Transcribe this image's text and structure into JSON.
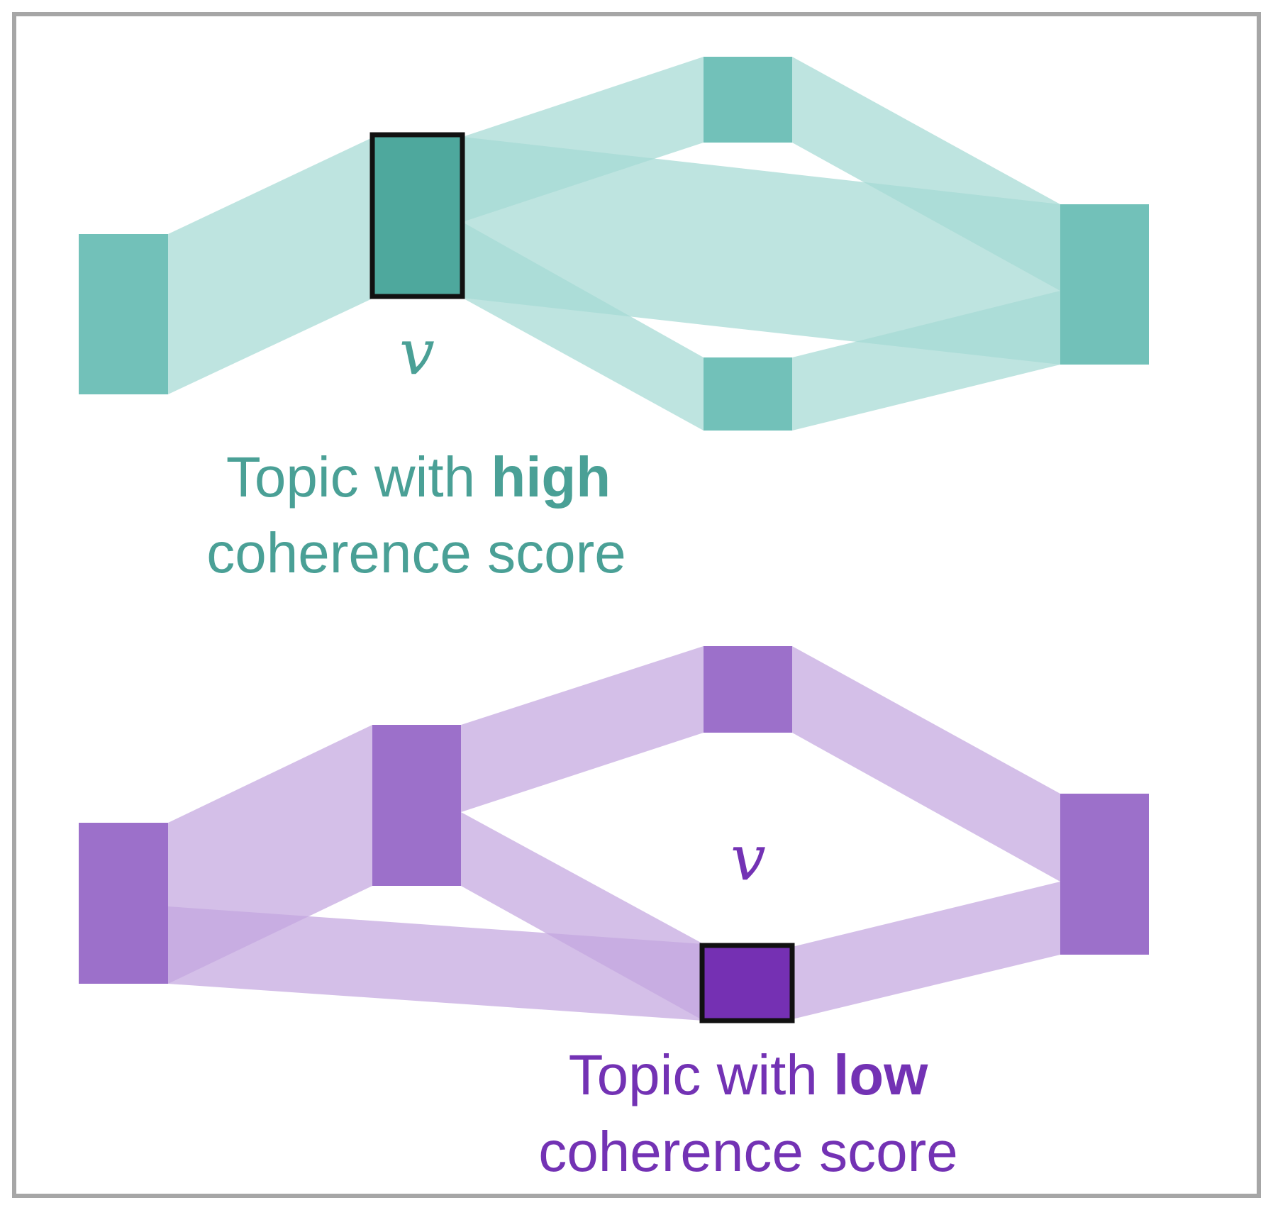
{
  "colors": {
    "teal_node": "#72c1b9",
    "teal_selected": "#4ea89d",
    "teal_link": "#a5dad4",
    "teal_text": "#4aa096",
    "purple_node": "#9c70ca",
    "purple_selected": "#7530b3",
    "purple_link": "#c4a6df",
    "purple_text": "#7332b4",
    "outline": "#111111"
  },
  "diagrams": [
    {
      "id": "high",
      "variable": "v",
      "caption_prefix": "Topic with ",
      "caption_emph": "high",
      "caption_line2": "coherence score"
    },
    {
      "id": "low",
      "variable": "v",
      "caption_prefix": "Topic with ",
      "caption_emph": "low",
      "caption_line2": "coherence score"
    }
  ]
}
